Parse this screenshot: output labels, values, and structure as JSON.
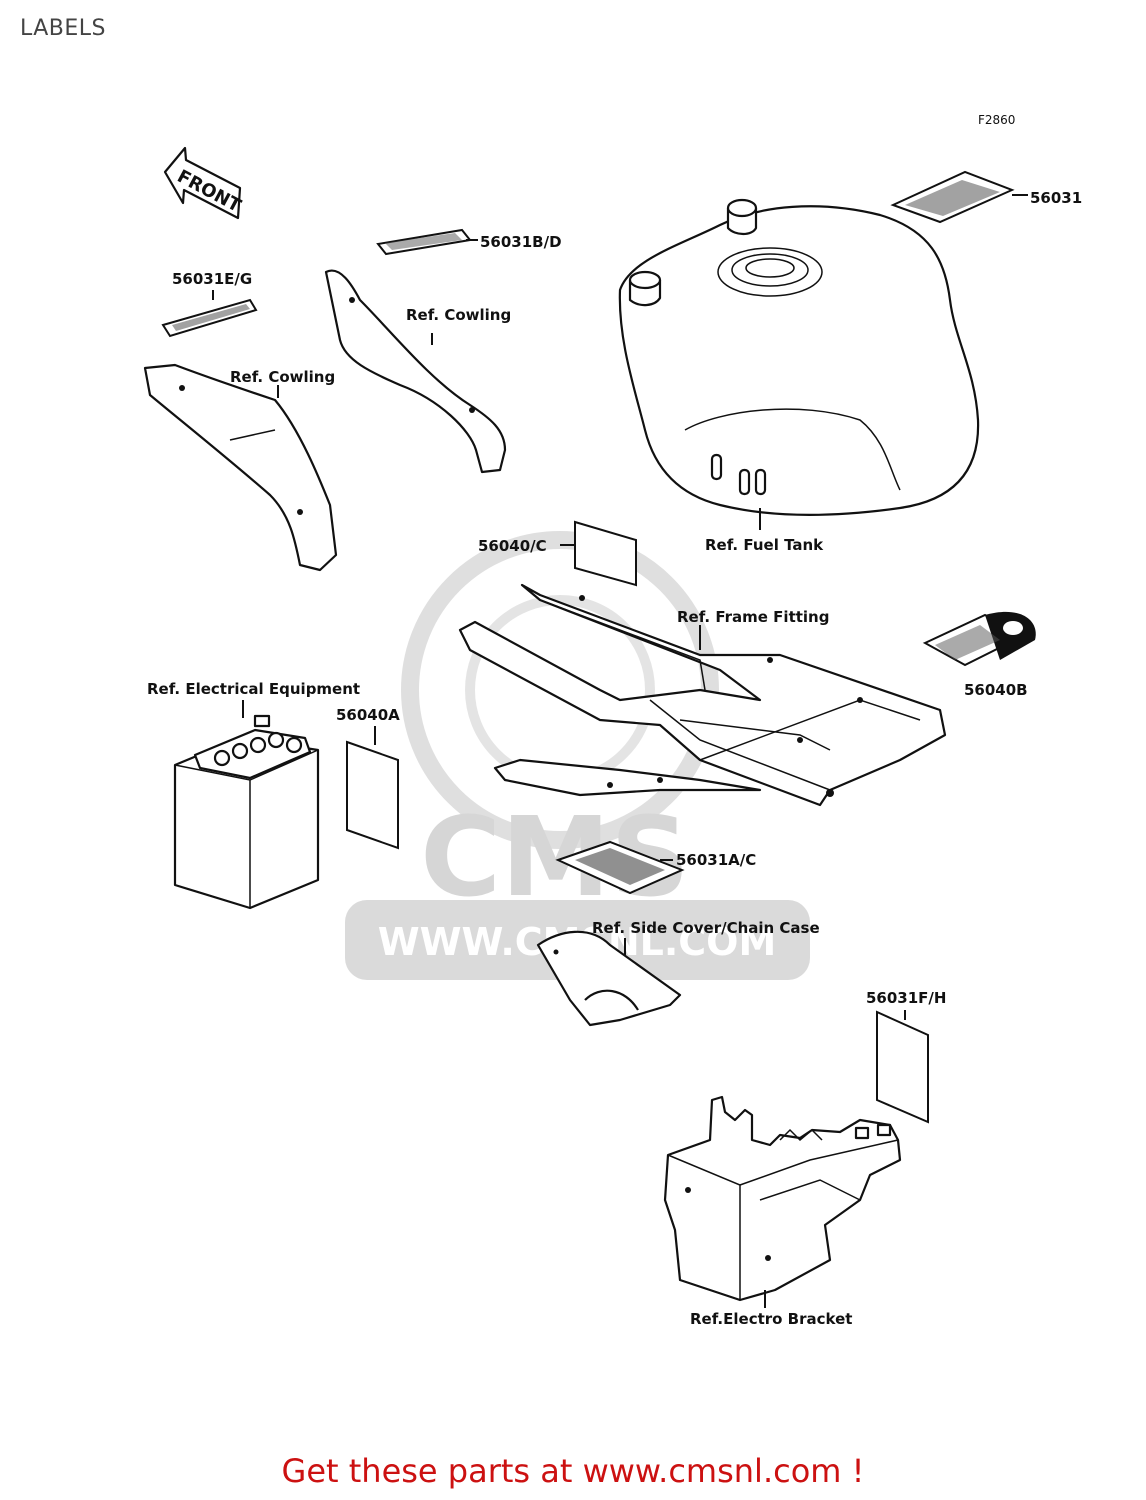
{
  "header": {
    "title": "LABELS"
  },
  "figure_code": "F2860",
  "front_arrow": "FRONT",
  "watermark": {
    "logo": "CMS",
    "url": "WWW.CMSNL.COM"
  },
  "labels": {
    "p56031": "56031",
    "p56031BD": "56031B/D",
    "p56031EG": "56031E/G",
    "p56040C": "56040/C",
    "p56040B": "56040B",
    "p56040A": "56040A",
    "p56031AC": "56031A/C",
    "p56031FH": "56031F/H",
    "cowling_right": "Ref. Cowling",
    "cowling_left": "Ref. Cowling",
    "fuel_tank": "Ref. Fuel Tank",
    "frame_fitting": "Ref. Frame Fitting",
    "electrical": "Ref. Electrical Equipment",
    "side_cover": "Ref. Side Cover/Chain Case",
    "electro_bracket": "Ref.Electro Bracket"
  },
  "footer": {
    "text": "Get these parts at www.cmsnl.com !"
  },
  "colors": {
    "footer": "#cc1111",
    "watermark": "#d6d6d6",
    "ink": "#111111"
  }
}
